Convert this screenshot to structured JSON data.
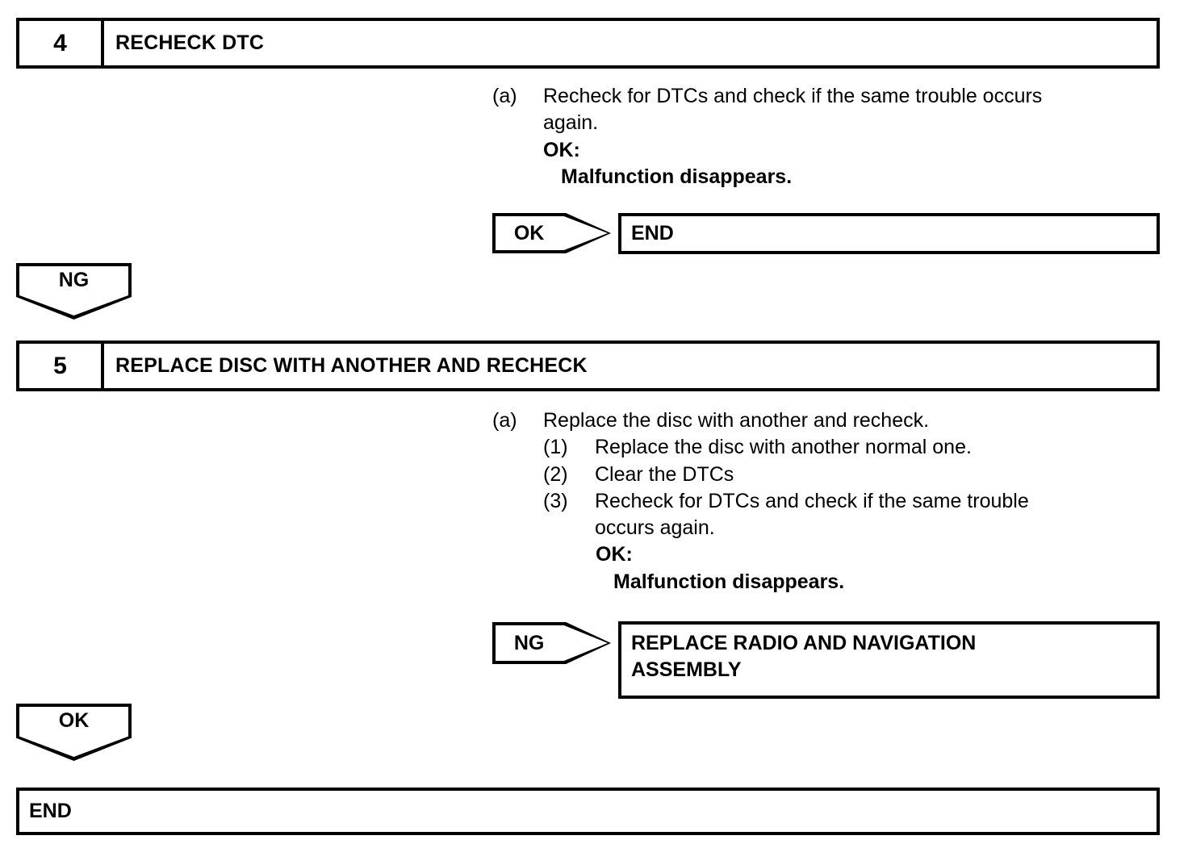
{
  "steps": [
    {
      "number": "4",
      "title": "RECHECK DTC",
      "procedure": {
        "marker": "(a)",
        "lines": [
          "Recheck for DTCs and check if the same trouble occurs",
          "again."
        ],
        "ok_label": "OK:",
        "ok_value": "Malfunction disappears."
      },
      "branch": {
        "judgement": "OK",
        "result": "END"
      },
      "exit": {
        "judgement": "NG"
      }
    },
    {
      "number": "5",
      "title": "REPLACE DISC WITH ANOTHER AND RECHECK",
      "procedure": {
        "marker": "(a)",
        "lead": "Replace the disc with another and recheck.",
        "substeps": [
          {
            "marker": "(1)",
            "lines": [
              "Replace the disc with another normal one."
            ]
          },
          {
            "marker": "(2)",
            "lines": [
              "Clear the DTCs"
            ]
          },
          {
            "marker": "(3)",
            "lines": [
              "Recheck for DTCs and check if the same trouble",
              "occurs again."
            ]
          }
        ],
        "ok_label": "OK:",
        "ok_value": "Malfunction disappears."
      },
      "branch": {
        "judgement": "NG",
        "result_lines": [
          "REPLACE RADIO AND NAVIGATION",
          "ASSEMBLY"
        ]
      },
      "exit": {
        "judgement": "OK"
      }
    }
  ],
  "final": {
    "result": "END"
  }
}
